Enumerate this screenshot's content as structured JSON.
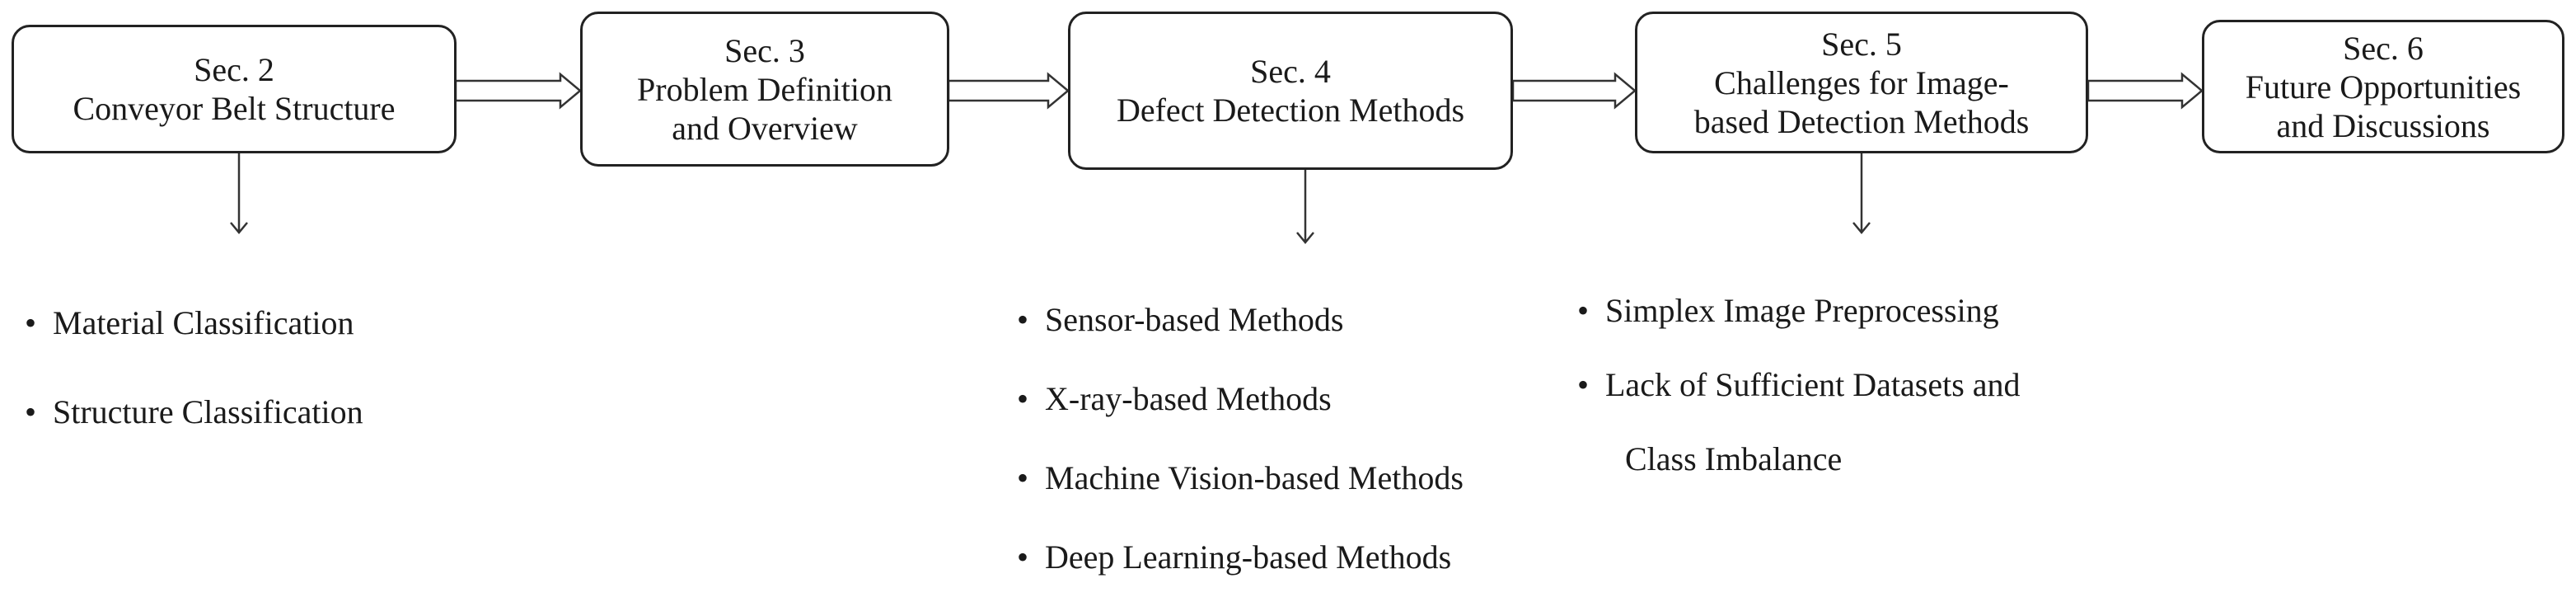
{
  "sections": [
    {
      "number": "Sec. 2",
      "title": [
        "Conveyor Belt Structure"
      ]
    },
    {
      "number": "Sec. 3",
      "title": [
        "Problem Definition",
        "and Overview"
      ]
    },
    {
      "number": "Sec. 4",
      "title": [
        "Defect Detection Methods"
      ]
    },
    {
      "number": "Sec. 5",
      "title": [
        "Challenges for Image-",
        "based Detection Methods"
      ]
    },
    {
      "number": "Sec. 6",
      "title": [
        "Future Opportunities",
        "and Discussions"
      ]
    }
  ],
  "details": {
    "sec2": [
      "Material Classification",
      "Structure Classification"
    ],
    "sec4": [
      "Sensor-based Methods",
      "X-ray-based Methods",
      "Machine Vision-based Methods",
      "Deep Learning-based Methods"
    ],
    "sec5": [
      "Simplex Image Preprocessing",
      "Lack of Sufficient Datasets and",
      "Class Imbalance"
    ]
  }
}
